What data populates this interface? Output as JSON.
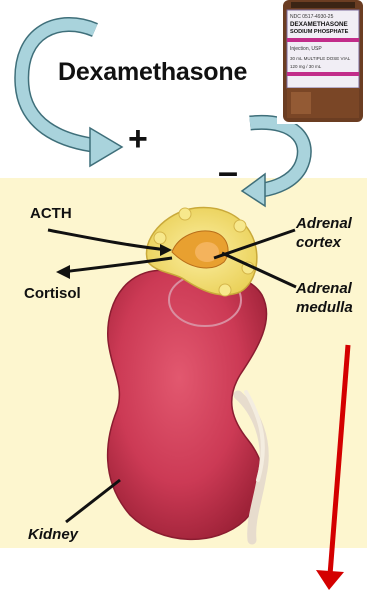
{
  "drug": {
    "name": "Dexamethasone"
  },
  "signs": {
    "stimulate": "+",
    "inhibit": "–"
  },
  "labels": {
    "acth": "ACTH",
    "cortisol": "Cortisol",
    "adrenal_cortex_1": "Adrenal",
    "adrenal_cortex_2": "cortex",
    "adrenal_medulla_1": "Adrenal",
    "adrenal_medulla_2": "medulla",
    "kidney": "Kidney"
  },
  "bottle": {
    "line1": "NDC 0517-4930-25",
    "line2": "DEXAMETHASONE",
    "line3": "SODIUM PHOSPHATE",
    "line4": "Injection, USP",
    "line5": "30 mL MULTIPLE DOSE VIAL",
    "line6": "120 mg / 30 mL"
  },
  "colors": {
    "kidney": "#cc3a55",
    "adrenal_gland": "#f5e27a",
    "medulla": "#f0a050",
    "arrow_loop": "#a9d3dc",
    "decrease_arrow": "#d40000",
    "panel_bg": "#fdf6cf"
  },
  "icons": {
    "feedback_arrows": "curved-arrow",
    "decrease_arrow": "down-arrow",
    "drug_bottle": "vial-image"
  }
}
